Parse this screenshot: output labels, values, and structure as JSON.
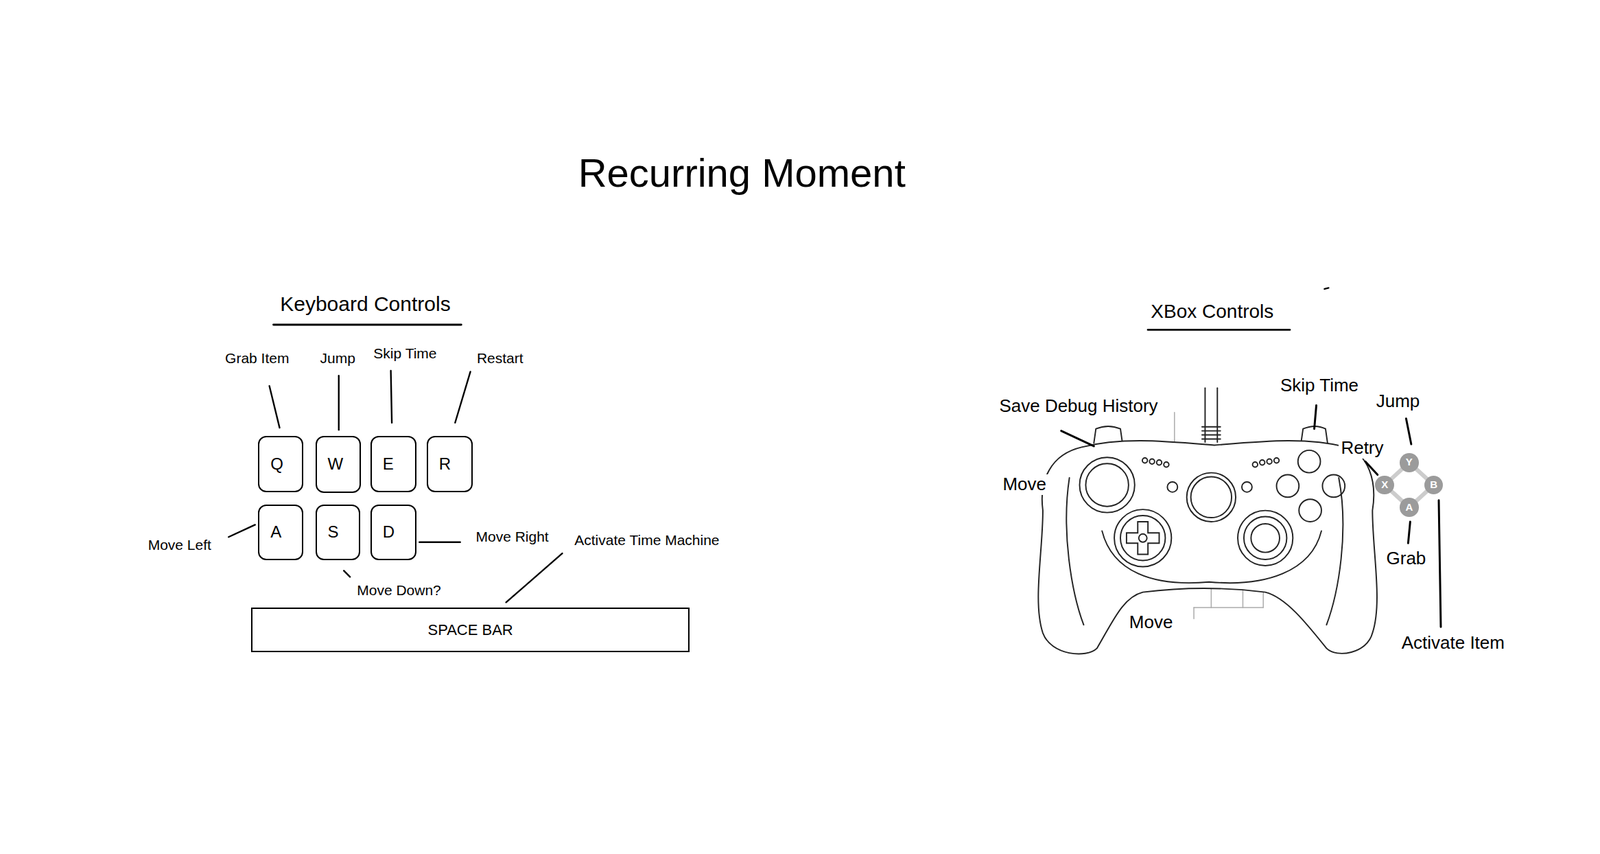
{
  "diagram": {
    "title": "Recurring Moment",
    "nodes": [
      {
        "text": [
          "Q"
        ]
      },
      {
        "text": [
          "W"
        ]
      },
      {
        "text": [
          "E"
        ]
      },
      {
        "text": [
          "R"
        ]
      },
      {
        "text": [
          "A"
        ]
      },
      {
        "text": [
          "S"
        ]
      },
      {
        "text": [
          "D"
        ]
      },
      {
        "text": [
          "SPACE BAR"
        ]
      },
      {
        "text": [
          "Y"
        ]
      },
      {
        "text": [
          "X"
        ]
      },
      {
        "text": [
          "B"
        ]
      },
      {
        "text": [
          "A"
        ]
      }
    ],
    "labels": [
      "Keyboard Controls",
      "Grab Item",
      "Jump",
      "Skip Time",
      "Restart",
      "Move Left",
      "Move Right",
      "Move Down?",
      "Activate Time Machine",
      "XBox Controls",
      "Save Debug History",
      "Skip Time",
      "Jump",
      "Retry",
      "Move",
      "Move",
      "Grab",
      "Activate Item"
    ]
  }
}
